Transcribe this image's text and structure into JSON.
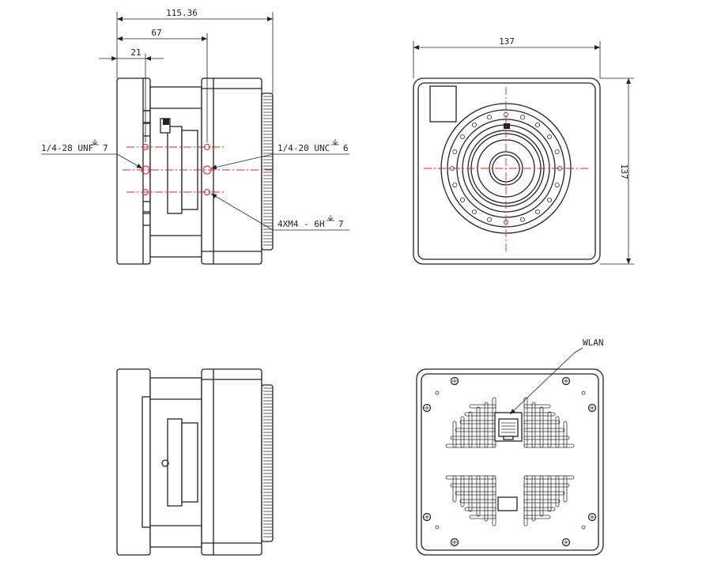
{
  "dimensions": {
    "overall_depth": "115.36",
    "mount_offset": "67",
    "front_offset": "21",
    "width": "137",
    "height": "137"
  },
  "callouts": {
    "tripod_front": "1/4-28 UNF",
    "tripod_front_depth": "7",
    "tripod_side": "1/4-20 UNC",
    "tripod_side_depth": "6",
    "screw_holes": "4XM4 - 6H",
    "screw_holes_depth": "7",
    "network_port": "WLAN"
  },
  "symbols": {
    "depth_symbol": "depth-symbol"
  }
}
